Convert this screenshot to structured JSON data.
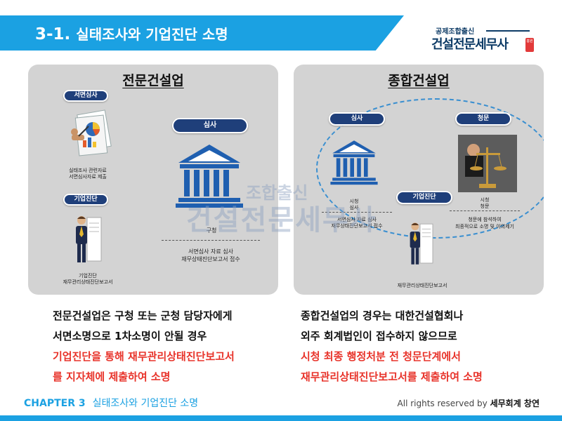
{
  "header": {
    "section_number": "3-1.",
    "title": "실태조사와 기업진단 소명"
  },
  "logo": {
    "top_text": "공제조합출신",
    "main_text": "건설전문세무사",
    "stamp_text": "홍원"
  },
  "left_panel": {
    "title": "전문건설업",
    "document_review_label": "서면심사",
    "document_note_line1": "실태조사 관련자료",
    "document_note_line2": "서면심사자료 제출",
    "review_label": "심사",
    "diagnosis_label": "기업진단",
    "diagnosis_note_line1": "기업진단",
    "diagnosis_note_line2": "재무관리상태진단보고서",
    "office_label": "구청",
    "office_note_line1": "서면심사 자료 심사",
    "office_note_line2": "재무상태진단보고서 접수"
  },
  "right_panel": {
    "title": "종합건설업",
    "review_label": "심사",
    "hearing_label": "청문",
    "diagnosis_label": "기업진단",
    "city_review_line1": "시청",
    "city_review_line2": "심사",
    "city_note_line1": "서면심사 자료 심사",
    "city_note_line2": "재무상태진단보고서 접수",
    "city_hearing_line1": "시청",
    "city_hearing_line2": "청문",
    "hearing_note_line1": "청문에 참석하여",
    "hearing_note_line2": "최종적으로 소명 및 이의제기",
    "diagnosis_note": "재무관리상태진단보고서"
  },
  "watermark": {
    "small_text": "조합출신",
    "big_text": "건설전문세무사"
  },
  "descriptions": {
    "left": {
      "line1": "전문건설업은 구청 또는 군청 담당자에게",
      "line2": "서면소명으로 1차소명이 안될 경우",
      "line3": "기업진단을 통해 재무관리상태진단보고서",
      "line4": "를 지자체에 제출하여 소명"
    },
    "right": {
      "line1": "종합건설업의 경우는 대한건설협회나",
      "line2": "외주 회계법인이 접수하지 않으므로",
      "line3": "시청 최종 행정처분 전 청문단계에서",
      "line4": "재무관리상태진단보고서를 제출하여 소명"
    }
  },
  "footer": {
    "chapter": "CHAPTER 3",
    "chapter_title": "실태조사와 기업진단 소명",
    "rights_prefix": "All rights reserved by",
    "rights_owner": "세무회계 창연"
  },
  "colors": {
    "accent": "#1ba1e2",
    "navy": "#1f3f7a",
    "highlight_red": "#e8332a",
    "panel_bg": "#d3d3d3"
  },
  "icons": [
    "building-icon",
    "document-chart-icon",
    "businessman-icon",
    "scales-of-justice-icon"
  ]
}
